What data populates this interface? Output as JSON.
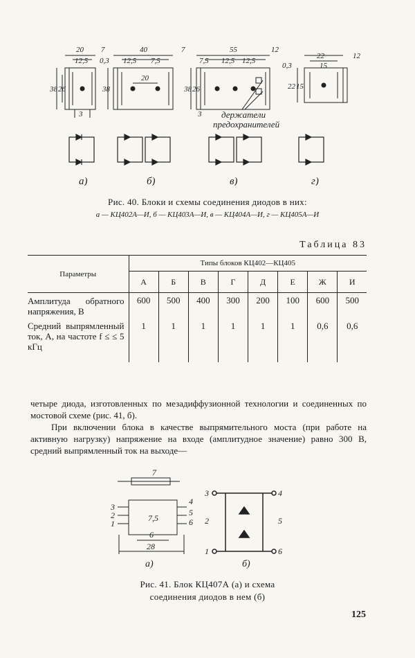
{
  "figure40": {
    "dims": [
      "20",
      "12,5",
      "7",
      "0,3",
      "40",
      "12,5",
      "7,5",
      "20",
      "7",
      "7,5",
      "55",
      "12,5",
      "12,5",
      "12",
      "0,3",
      "22",
      "15",
      "12",
      "38",
      "26",
      "38",
      "38",
      "26",
      "22",
      "15",
      "3",
      "3"
    ],
    "holders_label_1": "держатели",
    "holders_label_2": "предохранителей",
    "sub_labels": [
      "а)",
      "б)",
      "в)",
      "г)"
    ],
    "caption": "Рис. 40. Блоки и схемы соединения диодов в них:",
    "legend": "а — КЦ402А—И, б — КЦ403А—И, в — КЦ404А—И, г — КЦ405А—И"
  },
  "table83": {
    "label": "Таблица 83",
    "param_header": "Параметры",
    "types_header": "Типы блоков КЦ402—КЦ405",
    "columns": [
      "А",
      "Б",
      "В",
      "Г",
      "Д",
      "Е",
      "Ж",
      "И"
    ],
    "rows": [
      {
        "param": "Амплитуда обратного напряжения, В",
        "values": [
          "600",
          "500",
          "400",
          "300",
          "200",
          "100",
          "600",
          "500"
        ]
      },
      {
        "param": "Средний выпрямленный ток, А, на частоте f ≤ ≤ 5 кГц",
        "values": [
          "1",
          "1",
          "1",
          "1",
          "1",
          "1",
          "0,6",
          "0,6"
        ]
      }
    ]
  },
  "text": {
    "para1": "четыре диода, изготовленных по мезадиффузионной технологии и соединенных по мостовой схеме (рис. 41, б).",
    "para2": "При включении блока в качестве выпрямительного моста (при работе на активную нагрузку) напряжение на входе (амплитудное значение) равно 300 В, средний выпрямленный ток на выходе—"
  },
  "figure41": {
    "dims": [
      "7",
      "7,5",
      "6",
      "28"
    ],
    "pins_left": [
      "3",
      "2",
      "1"
    ],
    "pins_right": [
      "4",
      "5",
      "6"
    ],
    "scheme_pins": [
      "3",
      "4",
      "2",
      "5",
      "1",
      "6"
    ],
    "sub_labels": [
      "а)",
      "б)"
    ],
    "caption_line1": "Рис. 41. Блок КЦ407А (а) и схема",
    "caption_line2": "соединения диодов в нем (б)"
  },
  "page_number": "125"
}
